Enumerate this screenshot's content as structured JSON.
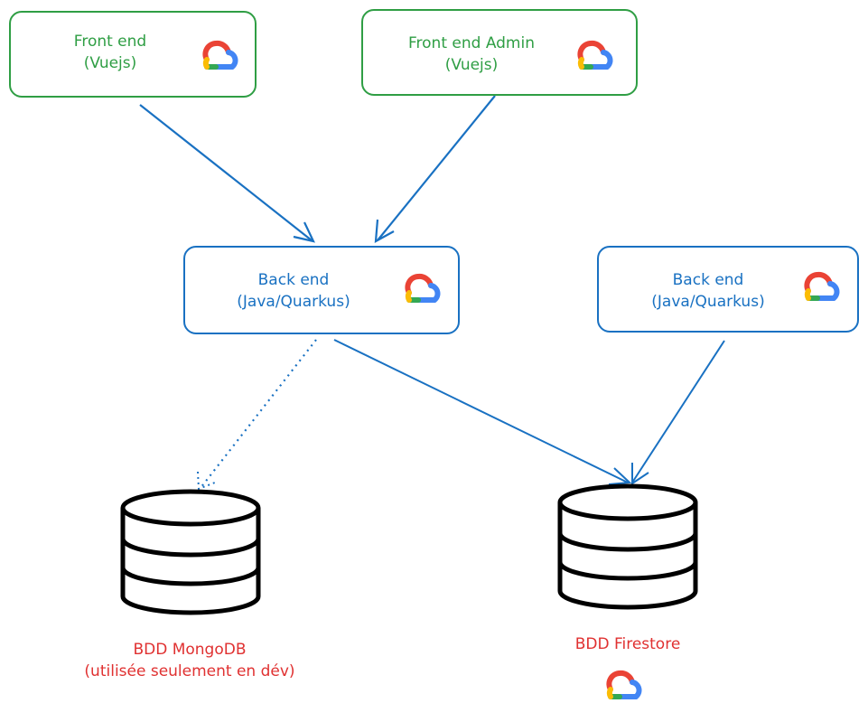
{
  "nodes": {
    "front_end": {
      "line1": "Front end",
      "line2": "(Vuejs)"
    },
    "front_end_admin": {
      "line1": "Front end Admin",
      "line2": "(Vuejs)"
    },
    "back_end_1": {
      "line1": "Back end",
      "line2": "(Java/Quarkus)"
    },
    "back_end_2": {
      "line1": "Back end",
      "line2": "(Java/Quarkus)"
    }
  },
  "databases": {
    "mongodb": {
      "line1": "BDD MongoDB",
      "line2": "(utilisée seulement en dév)"
    },
    "firestore": {
      "line1": "BDD Firestore"
    }
  },
  "icons": {
    "cloud": "google-cloud-icon",
    "database": "database-icon"
  },
  "colors": {
    "frontend": "#2f9e44",
    "backend": "#1971c2",
    "database_label": "#e03131",
    "arrow": "#1971c2"
  }
}
